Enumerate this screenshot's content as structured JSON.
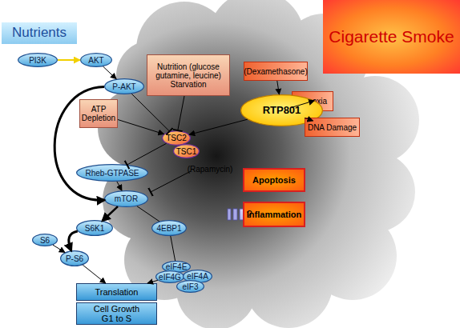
{
  "diagram": {
    "nodes": [
      {
        "text": [
          "Nutrients"
        ]
      },
      {
        "text": [
          "Cigarette Smoke"
        ]
      },
      {
        "text": [
          "PI3K"
        ]
      },
      {
        "text": [
          "AKT"
        ]
      },
      {
        "text": [
          "P-AKT"
        ]
      },
      {
        "text": [
          "Nutrition (glucose gutamine, leucine) Starvation"
        ]
      },
      {
        "text": [
          "(Dexamethasone)"
        ]
      },
      {
        "text": [
          "Hypoxia"
        ]
      },
      {
        "text": [
          "RTP801"
        ]
      },
      {
        "text": [
          "ATP Depletion"
        ]
      },
      {
        "text": [
          "TSC2"
        ]
      },
      {
        "text": [
          "TSC1"
        ]
      },
      {
        "text": [
          "DNA Damage"
        ]
      },
      {
        "text": [
          "Rheb-GTPASE"
        ]
      },
      {
        "text": [
          "Apoptosis"
        ]
      },
      {
        "text": [
          "mTOR"
        ]
      },
      {
        "text": [
          "Inflammation"
        ]
      },
      {
        "text": [
          "S6K1"
        ]
      },
      {
        "text": [
          "4EBP1"
        ]
      },
      {
        "text": [
          "S6"
        ]
      },
      {
        "text": [
          "P-S6"
        ]
      },
      {
        "text": [
          "eIF4E"
        ]
      },
      {
        "text": [
          "eIF4G"
        ]
      },
      {
        "text": [
          "eIF4A"
        ]
      },
      {
        "text": [
          "eIF3"
        ]
      },
      {
        "text": [
          "Translation"
        ]
      },
      {
        "text": [
          "Cell Growth G1 to S"
        ]
      }
    ],
    "edges": [
      {
        "from": 2,
        "to": 3,
        "arrow": "to"
      },
      {
        "from": 3,
        "to": 4,
        "arrow": "to"
      },
      {
        "from": 4,
        "to": 15,
        "arrow": "to"
      },
      {
        "from": 4,
        "to": 10,
        "arrow": "to"
      },
      {
        "from": 5,
        "to": 10,
        "arrow": "to"
      },
      {
        "from": 9,
        "to": 10,
        "arrow": "to"
      },
      {
        "from": 8,
        "to": 10,
        "arrow": "to"
      },
      {
        "from": 6,
        "to": 8,
        "arrow": "to"
      },
      {
        "from": 7,
        "to": 8,
        "arrow": "to"
      },
      {
        "from": 12,
        "to": 8,
        "arrow": "to"
      },
      {
        "from": 10,
        "to": 13,
        "arrow": "to"
      },
      {
        "from": 13,
        "to": 15,
        "arrow": "to"
      },
      {
        "from": 15,
        "to": 17,
        "arrow": "to"
      },
      {
        "from": 15,
        "to": 18,
        "arrow": "none"
      },
      {
        "from": 17,
        "to": 20,
        "arrow": "to"
      },
      {
        "from": 19,
        "to": 20,
        "arrow": "to"
      },
      {
        "from": 20,
        "to": 25,
        "arrow": "to"
      },
      {
        "from": 18,
        "to": 21,
        "arrow": "none"
      },
      {
        "from": 22,
        "to": 25,
        "arrow": "to"
      }
    ],
    "labels": [
      "(Rapamycin)",
      "?"
    ]
  }
}
